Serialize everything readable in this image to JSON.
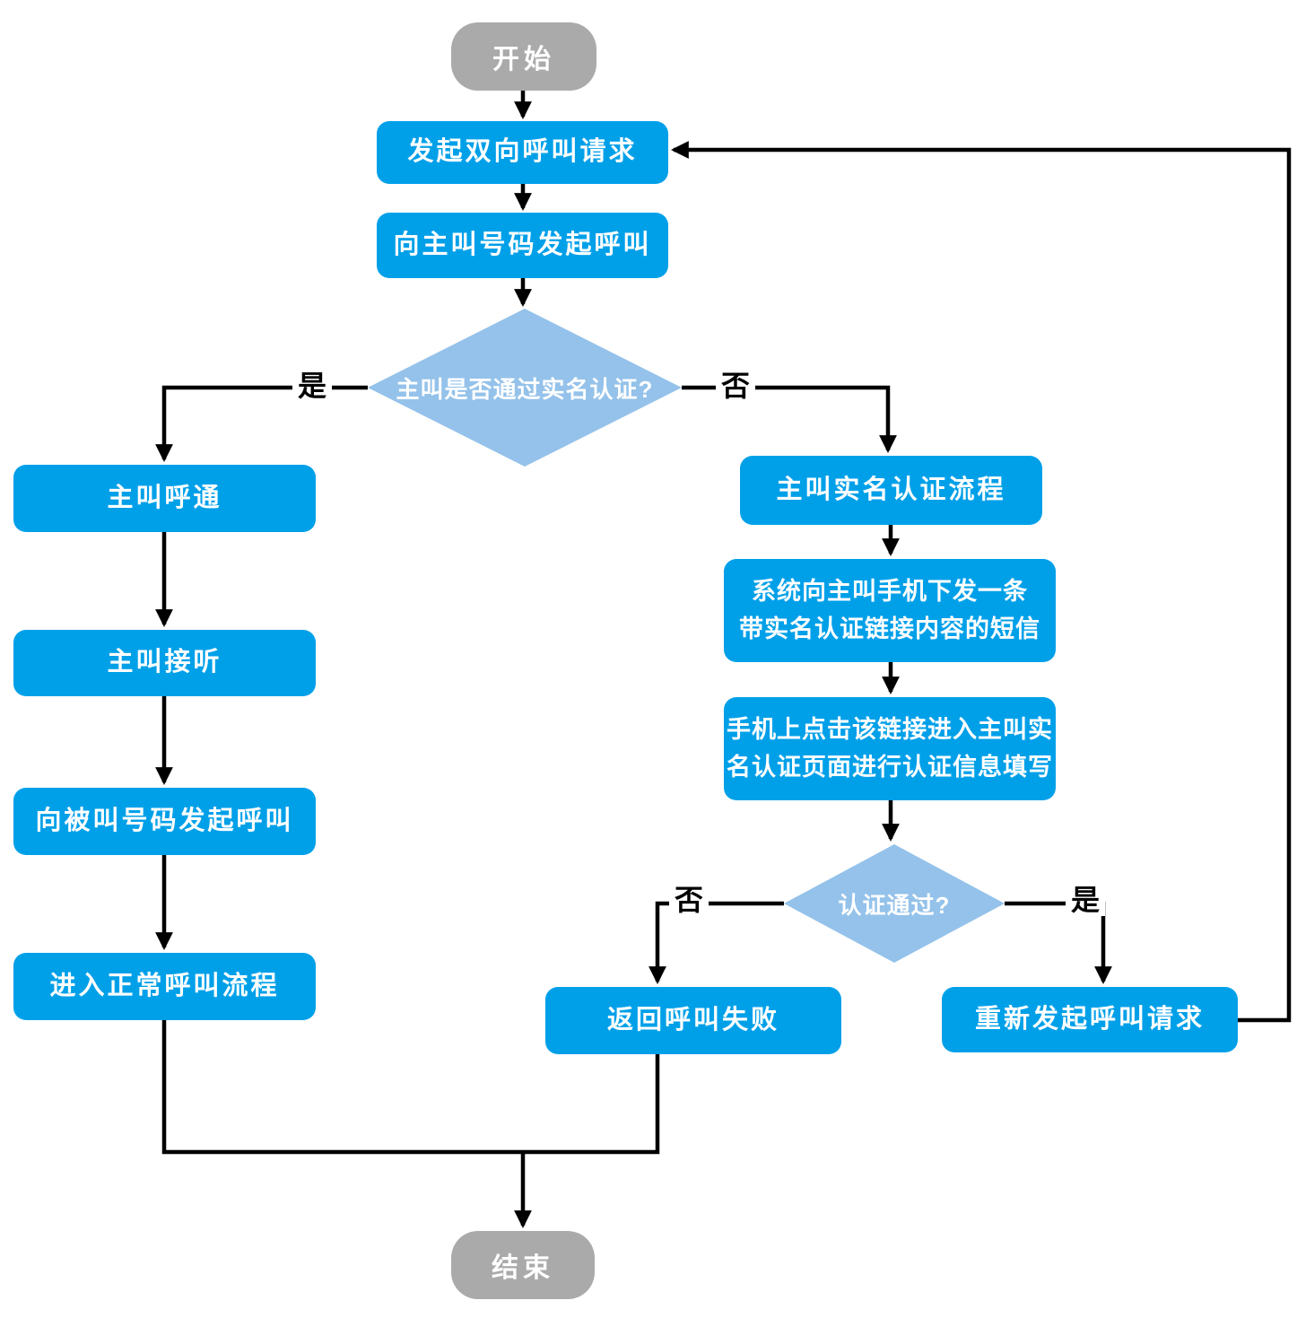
{
  "diagram": {
    "type": "flowchart",
    "background_color": "#FFFFFF",
    "colors": {
      "process_fill": "#00A0E9",
      "decision_fill": "#94C2EA",
      "terminal_fill": "#AAAAAA",
      "connector": "#000000",
      "node_text": "#FFFFFF",
      "edge_label_text": "#000000"
    },
    "nodes": {
      "start": "开始",
      "initiate_dual_call": "发起双向呼叫请求",
      "call_caller_number": "向主叫号码发起呼叫",
      "caller_realname_check": "主叫是否通过实名认证?",
      "caller_connected": "主叫呼通",
      "caller_answered": "主叫接听",
      "call_callee_number": "向被叫号码发起呼叫",
      "enter_normal_call_flow": "进入正常呼叫流程",
      "caller_realname_auth_flow": "主叫实名认证流程",
      "send_sms_with_link": "系统向主叫手机下发一条\n带实名认证链接内容的短信",
      "open_link_fill_info": "手机上点击该链接进入主叫实\n名认证页面进行认证信息填写",
      "auth_passed_check": "认证通过?",
      "return_call_failed": "返回呼叫失败",
      "reinitiate_call_request": "重新发起呼叫请求",
      "end": "结束"
    },
    "edge_labels": {
      "check1_yes": "是",
      "check1_no": "否",
      "check2_no": "否",
      "check2_yes": "是"
    }
  }
}
